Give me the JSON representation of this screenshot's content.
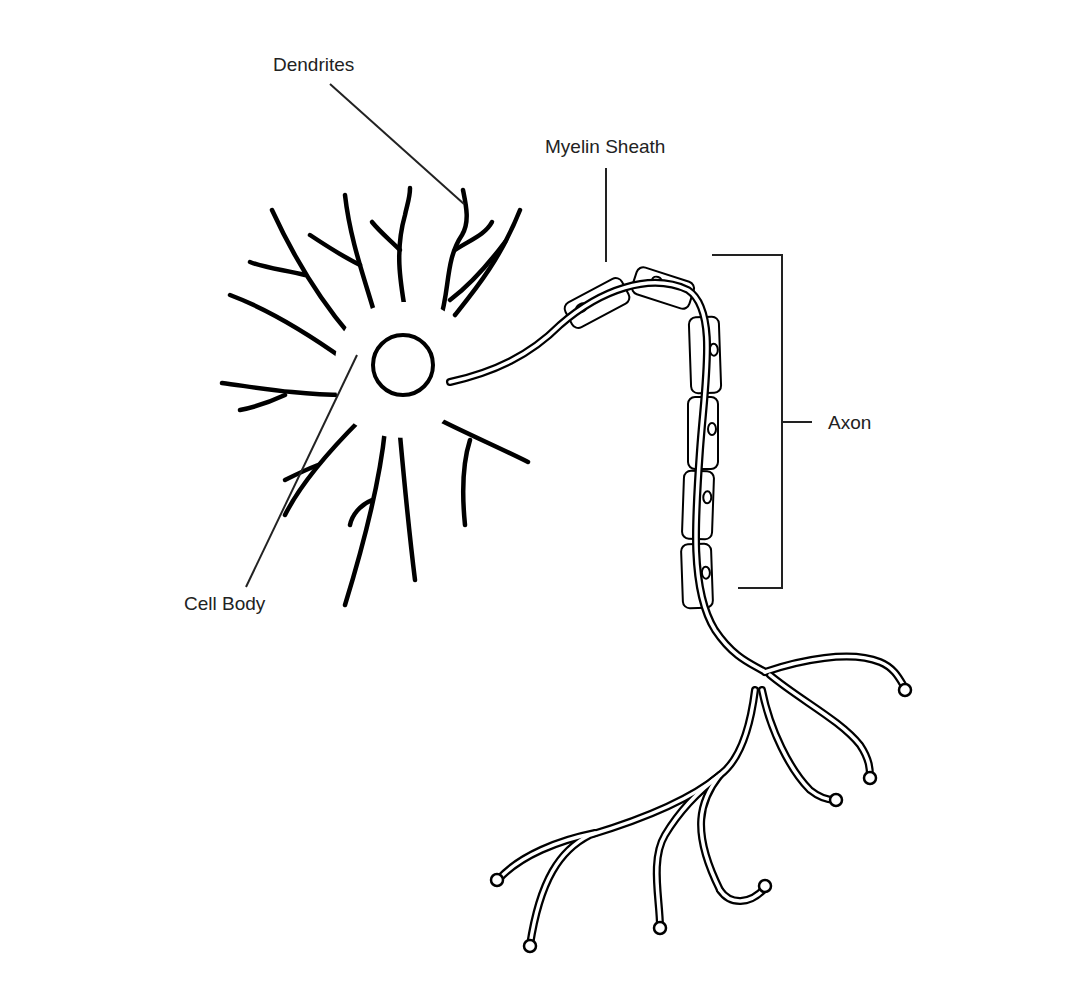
{
  "diagram": {
    "labels": [
      "Dendrites",
      "Myelin Sheath",
      "Axon",
      "Cell Body"
    ]
  }
}
